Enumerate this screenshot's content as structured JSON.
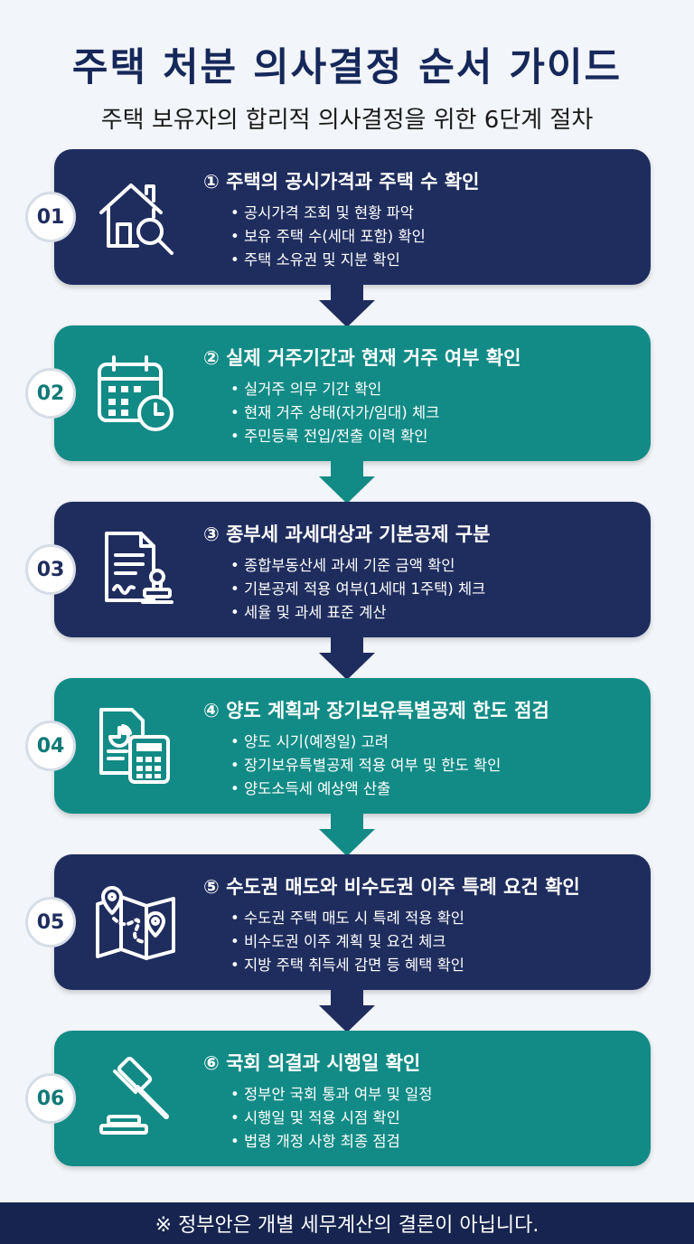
{
  "header": {
    "title": "주택 처분 의사결정 순서 가이드",
    "subtitle": "주택 보유자의 합리적 의사결정을 위한 6단계 절차"
  },
  "steps": [
    {
      "number": "01",
      "title": "① 주택의 공시가격과 주택 수 확인",
      "icon": "house-search-icon",
      "bullets": [
        "공시가격 조회 및 현황 파악",
        "보유 주택 수(세대 포함) 확인",
        "주택 소유권 및 지분 확인"
      ]
    },
    {
      "number": "02",
      "title": "② 실제 거주기간과 현재 거주 여부 확인",
      "icon": "calendar-clock-icon",
      "bullets": [
        "실거주 의무 기간 확인",
        "현재 거주 상태(자가/임대) 체크",
        "주민등록 전입/전출 이력 확인"
      ]
    },
    {
      "number": "03",
      "title": "③ 종부세 과세대상과 기본공제 구분",
      "icon": "document-stamp-icon",
      "bullets": [
        "종합부동산세 과세 기준 금액 확인",
        "기본공제 적용 여부(1세대 1주택) 체크",
        "세율 및 과세 표준 계산"
      ]
    },
    {
      "number": "04",
      "title": "④ 양도 계획과 장기보유특별공제 한도 점검",
      "icon": "report-calculator-icon",
      "bullets": [
        "양도 시기(예정일) 고려",
        "장기보유특별공제 적용 여부 및 한도 확인",
        "양도소득세 예상액 산출"
      ]
    },
    {
      "number": "05",
      "title": "⑤ 수도권 매도와 비수도권 이주 특례 요건 확인",
      "icon": "map-route-icon",
      "bullets": [
        "수도권 주택 매도 시 특례 적용 확인",
        "비수도권 이주 계획 및 요건 체크",
        "지방 주택 취득세 감면 등 혜택 확인"
      ]
    },
    {
      "number": "06",
      "title": "⑥ 국회 의결과 시행일 확인",
      "icon": "gavel-icon",
      "bullets": [
        "정부안 국회 통과 여부 및 일정",
        "시행일 및 적용 시점 확인",
        "법령 개정 사항 최종 점검"
      ]
    }
  ],
  "footer": {
    "note": "※ 정부안은 개별 세무계산의 결론이 아닙니다."
  },
  "colors": {
    "navy": "#1f2d5e",
    "teal": "#128b86",
    "title": "#16275a",
    "background": "#f2f5f9"
  }
}
